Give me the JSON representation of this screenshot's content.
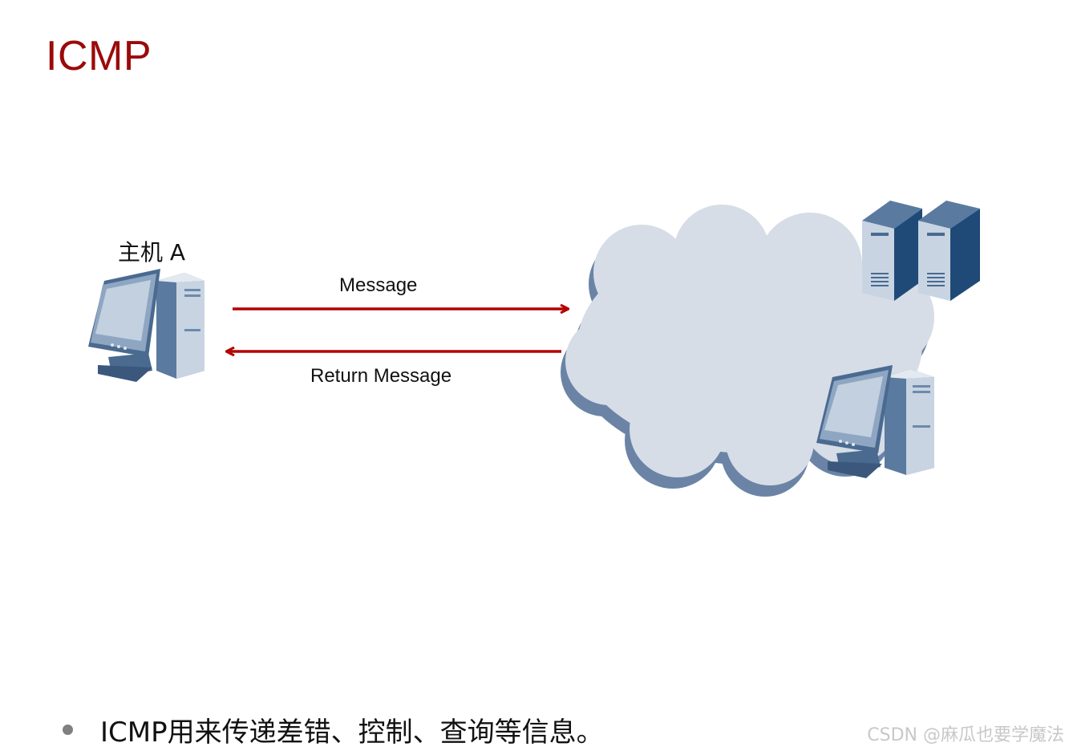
{
  "title": "ICMP",
  "host_label": "主机 A",
  "arrows": {
    "request_label": "Message",
    "reply_label": "Return Message",
    "color": "#b30000"
  },
  "cloud_color": "#d6dde6",
  "device_colors": {
    "monitor": "#6d8aab",
    "server": "#1f4a78"
  },
  "bullet": "ICMP用来传递差错、控制、查询等信息。",
  "watermark": "CSDN @麻瓜也要学魔法"
}
